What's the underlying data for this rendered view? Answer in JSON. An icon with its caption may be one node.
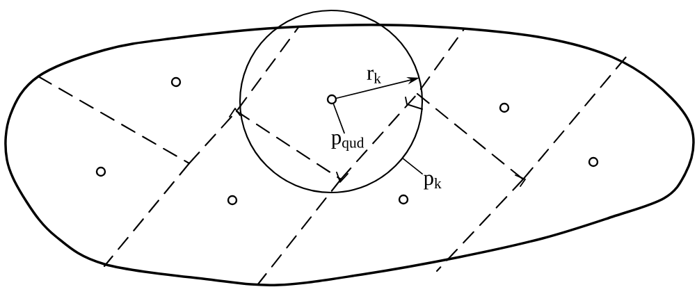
{
  "diagram": {
    "nodes": [
      {
        "text": [],
        "shape": "circle"
      },
      {
        "text": [],
        "shape": "circle",
        "in": 0
      },
      {
        "text": [
          "p$_{qud}$"
        ],
        "in": 0
      },
      {
        "text": [
          "p$_{k}$"
        ]
      },
      {
        "text": [],
        "shape": "circle"
      },
      {
        "text": [],
        "shape": "circle"
      },
      {
        "text": [],
        "shape": "circle"
      },
      {
        "text": [],
        "shape": "circle"
      },
      {
        "text": [],
        "shape": "circle"
      },
      {
        "text": [],
        "shape": "circle"
      }
    ],
    "edges": [
      {
        "from": 2,
        "to": 1,
        "arrow": "none"
      },
      {
        "from": 3,
        "to": 0,
        "arrow": "none"
      },
      {
        "from": 1,
        "to": 0,
        "arrow": "to",
        "label": "r$_{k}$"
      }
    ]
  }
}
